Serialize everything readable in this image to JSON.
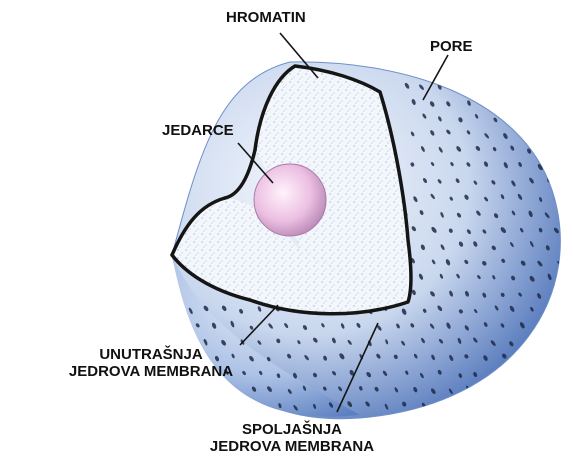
{
  "labels": {
    "hromatin": "HROMATIN",
    "pore": "PORE",
    "jedarce": "JEDARCE",
    "inner_line1": "UNUTRAŠNJA",
    "inner_line2": "JEDROVA MEMBRANA",
    "outer_line1": "SPOLJAŠNJA",
    "outer_line2": "JEDROVA MEMBRANA"
  },
  "colors": {
    "sphere_light": "#f4f7fc",
    "sphere_dark": "#4c71b8",
    "pore_dots": "#1f2a48",
    "membrane": "#151515",
    "nucleolus": "#e8b6dd",
    "cut_surface": "#eef2f8"
  }
}
